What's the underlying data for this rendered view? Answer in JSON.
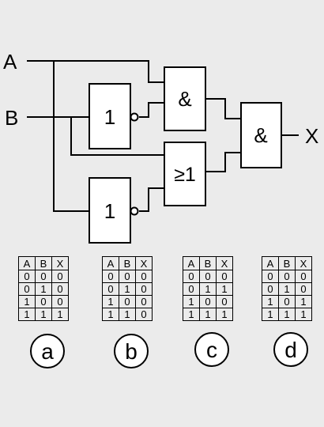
{
  "circuit": {
    "inputs": [
      "A",
      "B"
    ],
    "output": "X",
    "gates": {
      "not_top": "1",
      "not_bottom": "1",
      "and_top": "&",
      "or_mid": "≥1",
      "and_out": "&"
    }
  },
  "options": [
    {
      "letter": "a",
      "headers": [
        "A",
        "B",
        "X"
      ],
      "rows": [
        [
          "0",
          "0",
          "0"
        ],
        [
          "0",
          "1",
          "0"
        ],
        [
          "1",
          "0",
          "0"
        ],
        [
          "1",
          "1",
          "1"
        ]
      ]
    },
    {
      "letter": "b",
      "headers": [
        "A",
        "B",
        "X"
      ],
      "rows": [
        [
          "0",
          "0",
          "0"
        ],
        [
          "0",
          "1",
          "0"
        ],
        [
          "1",
          "0",
          "0"
        ],
        [
          "1",
          "1",
          "0"
        ]
      ]
    },
    {
      "letter": "c",
      "headers": [
        "A",
        "B",
        "X"
      ],
      "rows": [
        [
          "0",
          "0",
          "0"
        ],
        [
          "0",
          "1",
          "1"
        ],
        [
          "1",
          "0",
          "0"
        ],
        [
          "1",
          "1",
          "1"
        ]
      ]
    },
    {
      "letter": "d",
      "headers": [
        "A",
        "B",
        "X"
      ],
      "rows": [
        [
          "0",
          "0",
          "0"
        ],
        [
          "0",
          "1",
          "0"
        ],
        [
          "1",
          "0",
          "1"
        ],
        [
          "1",
          "1",
          "1"
        ]
      ]
    }
  ]
}
